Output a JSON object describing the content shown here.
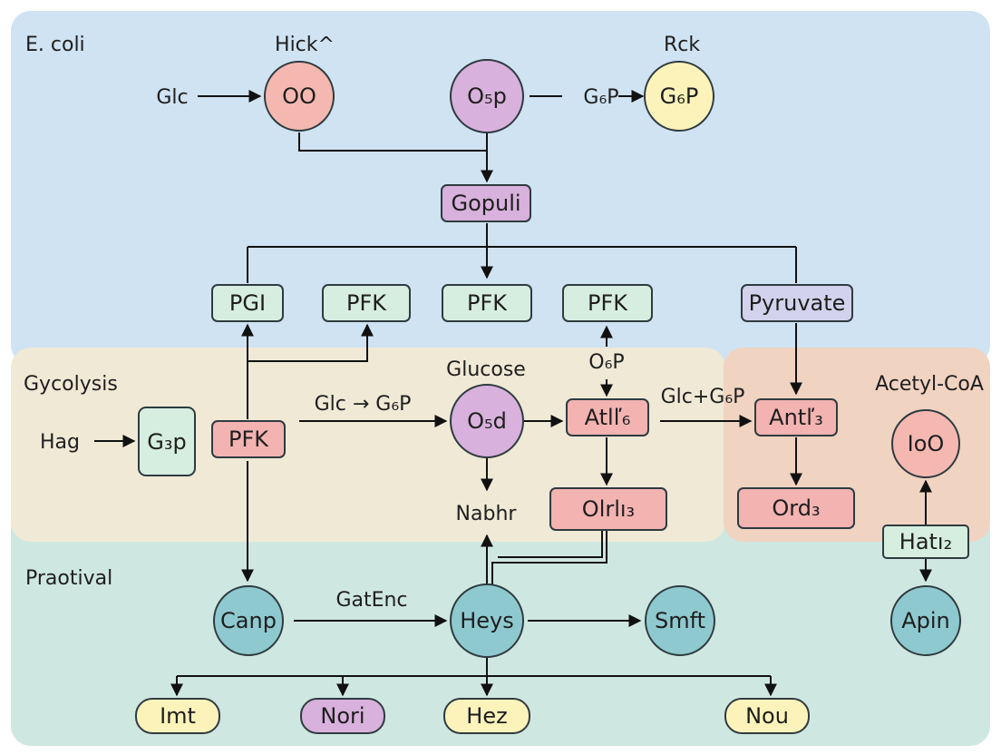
{
  "colors": {
    "region_top": "#cfe3f2",
    "region_mid": "#efe9d6",
    "region_right": "#f0d3c0",
    "region_bottom": "#cfe7e1",
    "pink": "#f4b8b0",
    "purple": "#d8b1dc",
    "yellow": "#fbf3b9",
    "mint": "#d6eee0",
    "rose": "#f2b3b1",
    "lavender": "#d3d2ec",
    "teal": "#8ec9cf",
    "stroke": "#2f3b40",
    "line": "#111111"
  },
  "regions": {
    "top": {
      "title": "E. coli"
    },
    "middle": {
      "title": "Gycolysis"
    },
    "right": {
      "title": "Acetyl-CoA"
    },
    "bottom": {
      "title": "Praotival"
    }
  },
  "labels": {
    "hick": "Hick^",
    "rck": "Rck",
    "glc": "Glc",
    "g6p_top": "G₆P",
    "glucose": "Glucose",
    "o6p": "O₆P",
    "glc_g6p": "Glc → G₆P",
    "glc_plus_g6p": "Glc+G₆P",
    "hag": "Hag",
    "nabhr": "Nabhr",
    "gatenc": "GatEnc"
  },
  "nodes": {
    "oo": {
      "text": "OO",
      "color": "pink"
    },
    "o5p": {
      "text": "O₅p",
      "color": "purple"
    },
    "g6p": {
      "text": "G₆P",
      "color": "yellow"
    },
    "gopuli": {
      "text": "Gopuli",
      "color": "purple"
    },
    "pgi": {
      "text": "PGI",
      "color": "mint"
    },
    "pfk_a": {
      "text": "PFK",
      "color": "mint"
    },
    "pfk_b": {
      "text": "PFK",
      "color": "mint"
    },
    "pfk_c": {
      "text": "PFK",
      "color": "mint"
    },
    "pyruvate": {
      "text": "Pyruvate",
      "color": "lavender"
    },
    "g3p": {
      "text": "G₃p",
      "color": "mint"
    },
    "pfk_red": {
      "text": "PFK",
      "color": "rose"
    },
    "o5d": {
      "text": "O₅d",
      "color": "purple"
    },
    "atll6": {
      "text": "Atlľ₆",
      "color": "rose"
    },
    "olrl3": {
      "text": "Olrlı₃",
      "color": "rose"
    },
    "antl3": {
      "text": "Antľ₃",
      "color": "rose"
    },
    "ord3": {
      "text": "Ord₃",
      "color": "rose"
    },
    "ioo": {
      "text": "IoO",
      "color": "pink"
    },
    "hatl2": {
      "text": "Hatı₂",
      "color": "mint"
    },
    "apin": {
      "text": "Apin",
      "color": "teal"
    },
    "canp": {
      "text": "Canp",
      "color": "teal"
    },
    "heys": {
      "text": "Heys",
      "color": "teal"
    },
    "smft": {
      "text": "Smft",
      "color": "teal"
    },
    "imt": {
      "text": "Imt",
      "color": "yellow"
    },
    "nori": {
      "text": "Nori",
      "color": "purple"
    },
    "hez": {
      "text": "Hez",
      "color": "yellow"
    },
    "nou": {
      "text": "Nou",
      "color": "yellow"
    }
  }
}
